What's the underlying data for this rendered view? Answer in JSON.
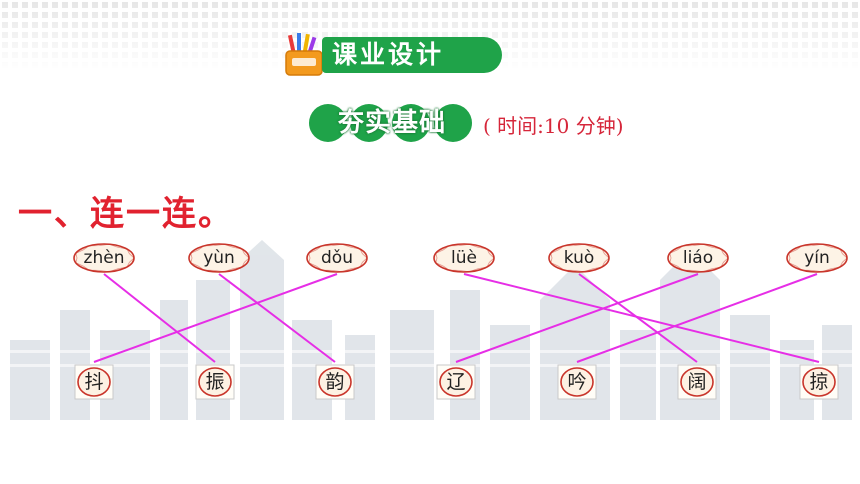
{
  "header": {
    "title": "课业设计"
  },
  "section": {
    "pill_label": "夯实基础",
    "time_note": "( 时间:10 分钟)"
  },
  "question": {
    "title": "一、连一连。"
  },
  "pinyin": [
    {
      "text": "zhèn"
    },
    {
      "text": "yùn"
    },
    {
      "text": "dǒu"
    },
    {
      "text": "lüè"
    },
    {
      "text": "kuò"
    },
    {
      "text": "liáo"
    },
    {
      "text": "yín"
    }
  ],
  "hanzi": [
    {
      "text": "抖"
    },
    {
      "text": "振"
    },
    {
      "text": "韵"
    },
    {
      "text": "辽"
    },
    {
      "text": "吟"
    },
    {
      "text": "阔"
    },
    {
      "text": "掠"
    }
  ],
  "matches": [
    [
      0,
      1
    ],
    [
      1,
      2
    ],
    [
      2,
      0
    ],
    [
      3,
      6
    ],
    [
      4,
      5
    ],
    [
      5,
      3
    ],
    [
      6,
      4
    ]
  ],
  "colors": {
    "header_green": "#1fa349",
    "title_red": "#e1222f",
    "line_magenta": "#e62ee6",
    "bubble_border": "#c9352b"
  }
}
